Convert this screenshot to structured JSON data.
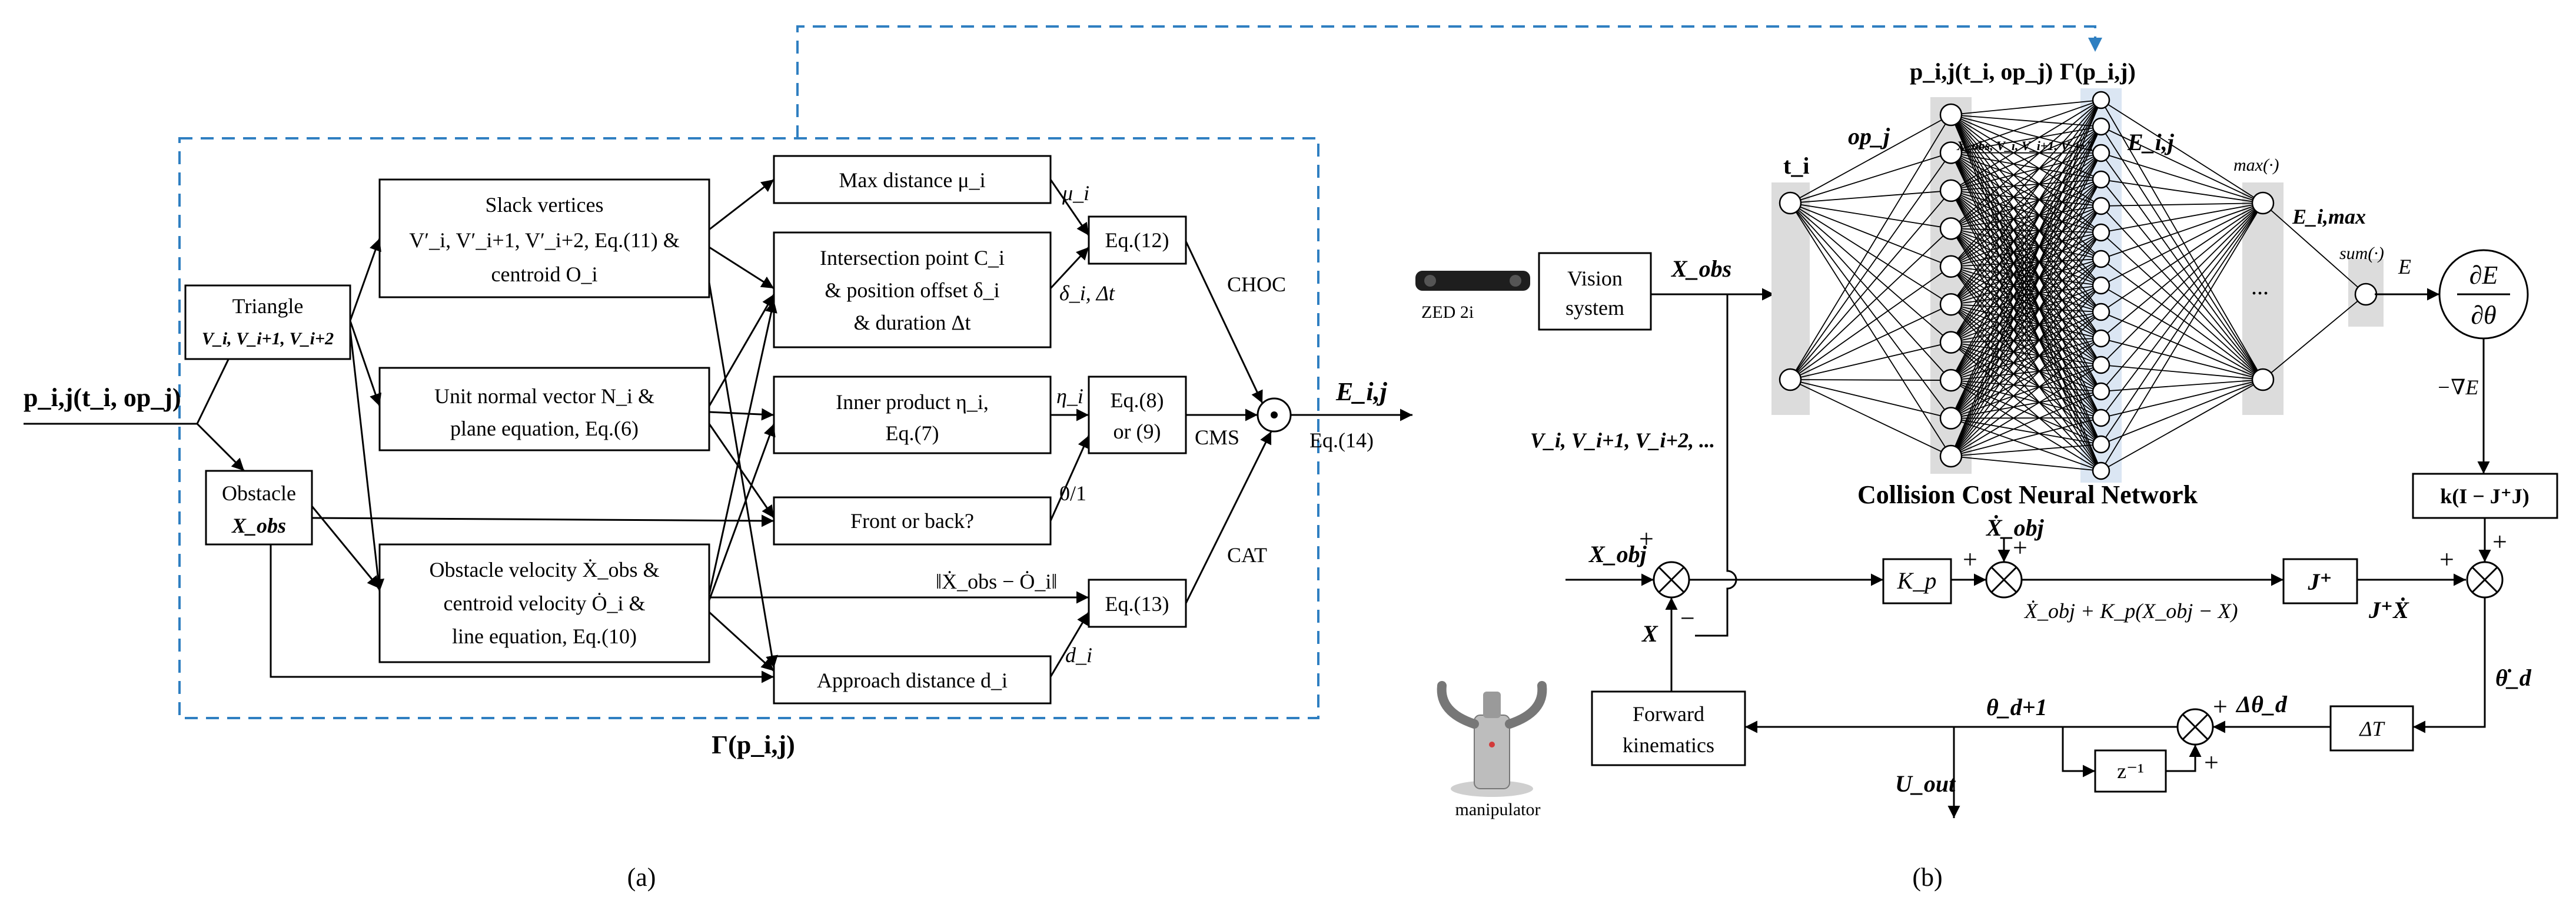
{
  "panel_a": {
    "caption": "(a)",
    "input_label": "p_i,j(t_i, op_j)",
    "boundary_label": "Γ(p_i,j)",
    "output_label": "E_i,j",
    "output_eq": "Eq.(14)",
    "triangle": {
      "title": "Triangle",
      "vars": "V_i, V_i+1, V_i+2"
    },
    "obstacle": {
      "title": "Obstacle",
      "vars": "X_obs"
    },
    "slack": {
      "line1": "Slack vertices",
      "line2": "V′_i, V′_i+1, V′_i+2, Eq.(11) &",
      "line3": "centroid O_i"
    },
    "normal": {
      "line1": "Unit normal vector N_i &",
      "line2": "plane equation, Eq.(6)"
    },
    "obstacle_velocity": {
      "line1": "Obstacle velocity Ẋ_obs &",
      "line2": "centroid velocity Ȯ_i &",
      "line3": "line equation, Eq.(10)"
    },
    "max_distance": "Max distance μ_i",
    "intersection": {
      "line1": "Intersection point C_i",
      "line2": "& position offset δ_i",
      "line3": "& duration Δt"
    },
    "inner_product": {
      "line1": "Inner product η_i,",
      "line2": "Eq.(7)"
    },
    "front_back": "Front or back?",
    "approach": "Approach distance d_i",
    "eq12": "Eq.(12)",
    "eq8_9": {
      "line1": "Eq.(8)",
      "line2": "or (9)"
    },
    "eq13": "Eq.(13)",
    "labels": {
      "mu": "μ_i",
      "delta": "δ_i, Δt",
      "eta": "η_i",
      "zero_one": "0/1",
      "norm": "‖Ẋ_obs − Ȯ_i‖",
      "d": "d_i",
      "choc": "CHOC",
      "cms": "CMS",
      "cat": "CAT",
      "dot": "⊙"
    }
  },
  "panel_b": {
    "caption": "(b)",
    "camera_label": "ZED 2i",
    "vision_system": {
      "line1": "Vision",
      "line2": "system"
    },
    "x_obs": "X_obs",
    "vertices_label": "V_i, V_i+1, V_i+2, ...",
    "network_title": "Collision Cost Neural Network",
    "layer_labels": {
      "t": "t_i",
      "op": "op_j",
      "p": "p_i,j(t_i, op_j)",
      "gamma": "Γ(p_i,j)",
      "e": "E_i,j",
      "max": "max(·)",
      "emax": "E_i,max",
      "sum": "sum(·)",
      "E": "E",
      "xobs_small": "X_obs, V_i, V_i+1, V_i+2"
    },
    "ellipsis": "...",
    "dE_dtheta": {
      "num": "∂E",
      "den": "∂θ"
    },
    "neg_grad": "−∇E",
    "null_space": "k(I − J⁺J)",
    "x_obj": "X_obj",
    "x_obj_dot": "Ẋ_obj",
    "kp": "K_p",
    "j_plus": "J⁺",
    "control_expr": "Ẋ_obj + K_p(X_obj − X)",
    "j_plus_x": "J⁺Ẋ",
    "theta_dot_d": "θ̇_d",
    "delta_T": "ΔT",
    "delta_theta_d": "Δθ_d",
    "theta_next": "θ_d+1",
    "z_inv": "z⁻¹",
    "u_out": "U_out",
    "forward_kin": {
      "line1": "Forward",
      "line2": "kinematics"
    },
    "x_feedback": "X",
    "manipulator": "manipulator",
    "signs": {
      "plus": "+",
      "minus": "−"
    }
  }
}
